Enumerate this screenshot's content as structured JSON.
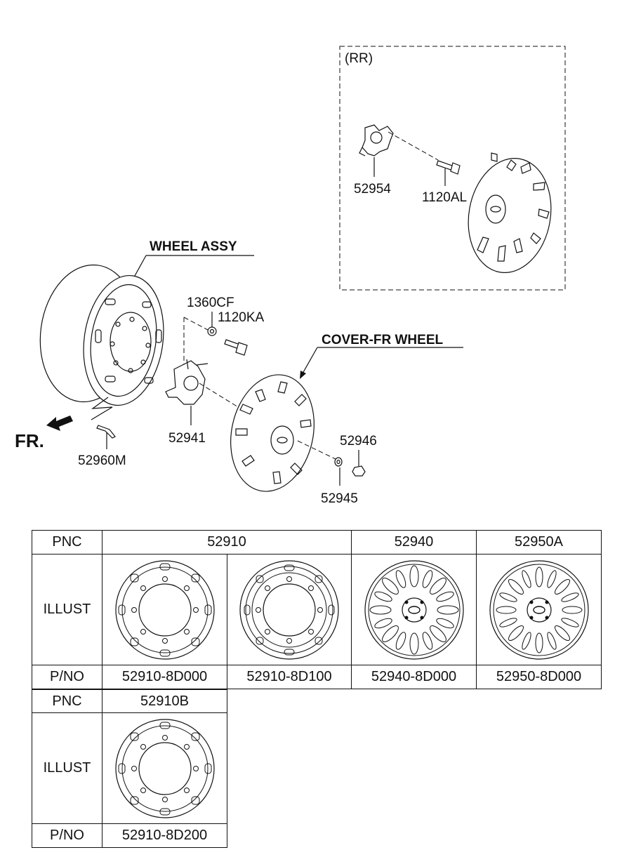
{
  "rr_box": {
    "label": "(RR)"
  },
  "callouts": {
    "wheel_assy": "WHEEL ASSY",
    "cover_fr_wheel": "COVER-FR WHEEL",
    "p52954": "52954",
    "p1120AL": "1120AL",
    "p1360CF": "1360CF",
    "p1120KA": "1120KA",
    "p52941": "52941",
    "p52960M": "52960M",
    "p52946": "52946",
    "p52945": "52945",
    "fr": "FR."
  },
  "table1": {
    "pnc_label": "PNC",
    "illust_label": "ILLUST",
    "pno_label": "P/NO",
    "pnc": [
      "52910",
      "52940",
      "52950A"
    ],
    "pno": [
      "52910-8D000",
      "52910-8D100",
      "52940-8D000",
      "52950-8D000"
    ]
  },
  "table2": {
    "pnc_label": "PNC",
    "illust_label": "ILLUST",
    "pno_label": "P/NO",
    "pnc": "52910B",
    "pno": "52910-8D200"
  },
  "colors": {
    "line": "#111111",
    "background": "#ffffff"
  },
  "icons": [
    "steel-wheel-icon",
    "wheel-cover-icon",
    "fr-arrow-icon"
  ]
}
